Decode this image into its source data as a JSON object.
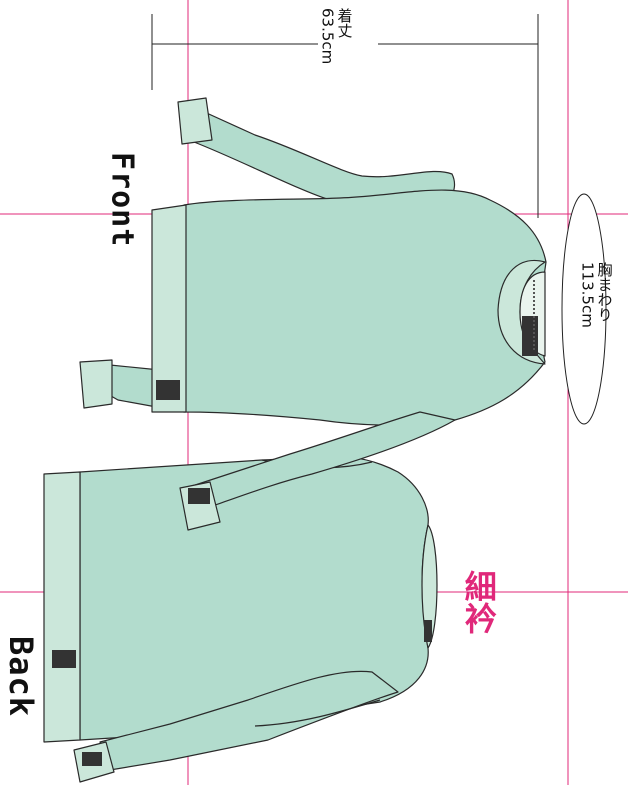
{
  "measurements": {
    "length": {
      "name": "着丈",
      "value": "63.5cm"
    },
    "chest": {
      "name": "胸まわり",
      "value": "113.5cm"
    }
  },
  "labels": {
    "front": "Front",
    "back": "Back",
    "collar": "細衿"
  },
  "colors": {
    "garment_fill": "#b2dccd",
    "rib_fill": "#cbe7da",
    "outline": "#2a2a2a",
    "guide_line": "#e0287a",
    "collar_label": "#e0287a",
    "text": "#111111"
  }
}
